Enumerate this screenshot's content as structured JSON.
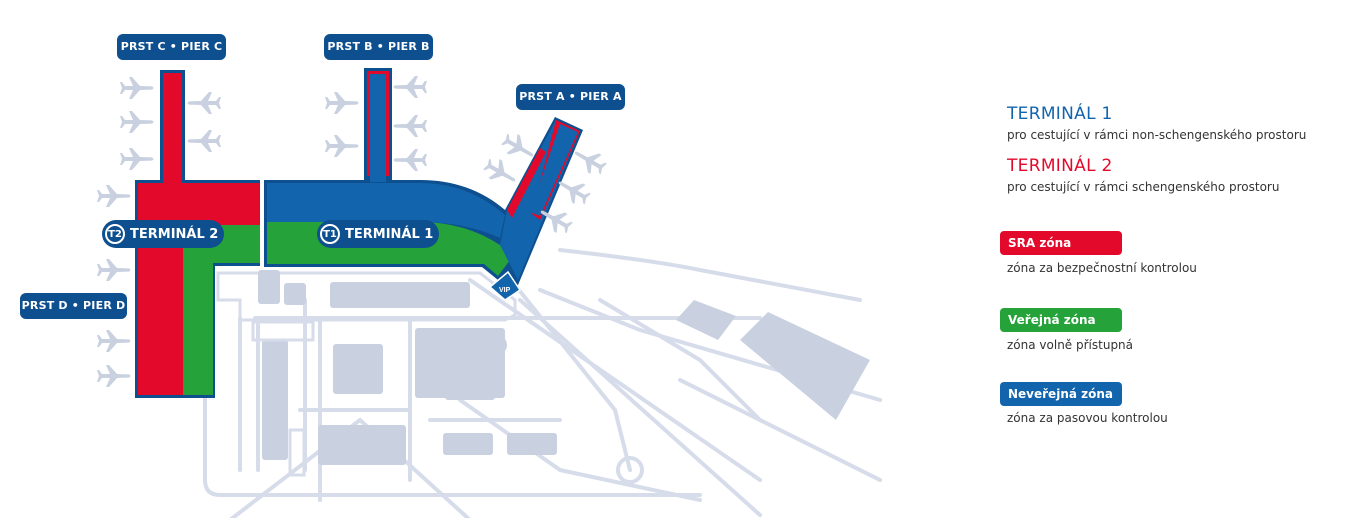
{
  "colors": {
    "blue": "#1264ad",
    "red": "#e3092b",
    "green": "#26a23a",
    "navy": "#0e4f8f",
    "map_gray": "#c9d1e0",
    "map_line": "#d6dcea"
  },
  "piers": {
    "c": "PRST C • PIER C",
    "b": "PRST B • PIER B",
    "a": "PRST A • PIER A",
    "d": "PRST D • PIER D"
  },
  "terminals": {
    "t2": {
      "badge": "T2",
      "label": "TERMINÁL 2"
    },
    "t1": {
      "badge": "T1",
      "label": "TERMINÁL 1"
    }
  },
  "vip": "VIP",
  "icons": [
    "airplane-icon"
  ],
  "legend": {
    "terminal1": {
      "title": "TERMINÁL 1",
      "subtitle": "pro cestující v rámci non-schengenského prostoru"
    },
    "terminal2": {
      "title": "TERMINÁL 2",
      "subtitle": "pro cestující v rámci schengenského prostoru"
    },
    "zones": [
      {
        "label": "SRA zóna",
        "description": "zóna za bezpečnostní kontrolou",
        "color": "#e3092b"
      },
      {
        "label": "Veřejná zóna",
        "description": "zóna volně přístupná",
        "color": "#26a23a"
      },
      {
        "label": "Neveřejná zóna",
        "description": "zóna za pasovou kontrolou",
        "color": "#1264ad"
      }
    ]
  }
}
